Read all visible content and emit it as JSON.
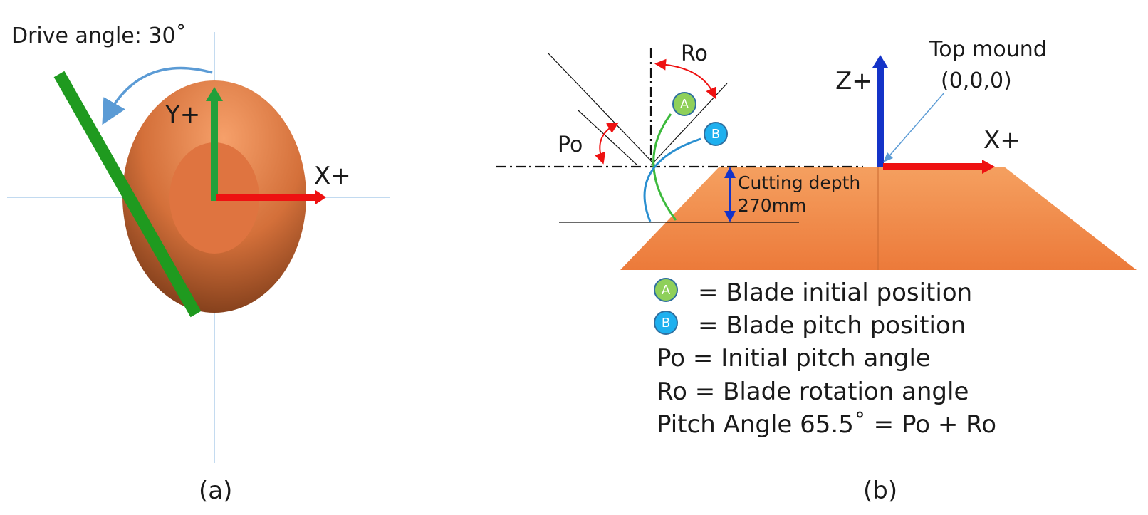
{
  "panel_a": {
    "drive_angle_label": "Drive angle: 30˚",
    "y_axis_label": "Y+",
    "x_axis_label": "X+",
    "caption": "(a)",
    "colors": {
      "mound": "#e07a3f",
      "blade": "#1f9a1f",
      "y_arrow": "#22a03a",
      "x_arrow": "#ee1111",
      "rotation_arrow": "#5b9bd5",
      "axis_line": "#9dc3e6"
    }
  },
  "panel_b": {
    "ro_label": "Ro",
    "po_label": "Po",
    "badge_a": "A",
    "badge_b": "B",
    "z_axis_label": "Z+",
    "x_axis_label": "X+",
    "top_mound_label": "Top mound",
    "origin_label": "(0,0,0)",
    "cutting_depth_label": "Cutting depth",
    "cutting_depth_value": "270mm",
    "caption": "(b)",
    "colors": {
      "mound": "#f08040",
      "z_arrow": "#1433c8",
      "x_arrow": "#ee1111",
      "badge_a": "#8fd05a",
      "badge_b": "#1eb0ef",
      "angle_arrow": "#ee1111",
      "depth_arrow": "#1433c8"
    }
  },
  "legend": {
    "items": [
      {
        "badge": "A",
        "text": "= Blade initial position"
      },
      {
        "badge": "B",
        "text": "= Blade pitch position"
      }
    ],
    "po_line": "Po = Initial pitch angle",
    "ro_line": "Ro = Blade rotation angle",
    "pitch_line": "Pitch Angle 65.5˚ = Po + Ro"
  }
}
